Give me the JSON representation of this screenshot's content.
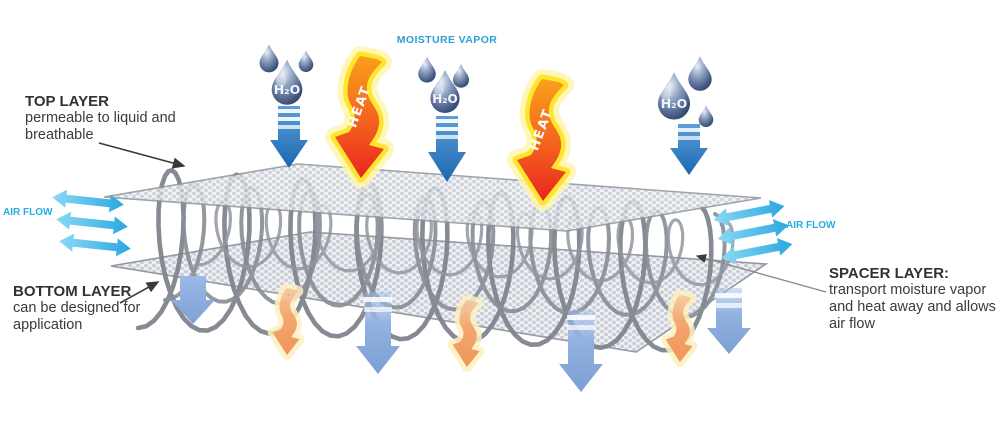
{
  "diagram": {
    "labels": {
      "moisture_vapor": "MOISTURE VAPOR",
      "air_flow_left": "AIR FLOW",
      "air_flow_right": "AIR FLOW",
      "heat": "HEAT",
      "h2o": "H₂O"
    },
    "annotations": {
      "top_layer": {
        "heading": "TOP LAYER",
        "lines": [
          "permeable to liquid and",
          "breathable"
        ]
      },
      "bottom_layer": {
        "heading": "BOTTOM LAYER",
        "lines": [
          "can be designed for",
          "application"
        ]
      },
      "spacer_layer": {
        "heading": "SPACER LAYER:",
        "lines": [
          "transport moisture vapor",
          "and heat away and allows",
          "air flow"
        ]
      }
    },
    "colors": {
      "moisture_vapor_text": "#2E9FD6",
      "air_flow_text": "#25AEE4",
      "air_flow_arrow": "#3BB5E8",
      "moisture_arrow_blue": "#2273B8",
      "bottom_arrow_blue": "#92B3E1",
      "heat_arrow_orange": "#F7941E",
      "heat_arrow_red": "#EC2724",
      "heat_glow_yellow": "#FFE62E",
      "escaping_heat_orange": "#F3A771",
      "droplet_blue": "#3D5379",
      "mesh_gray": "#C6CBD3",
      "coil_gray": "#80868E",
      "annotation_text": "#3A3A3A"
    }
  }
}
